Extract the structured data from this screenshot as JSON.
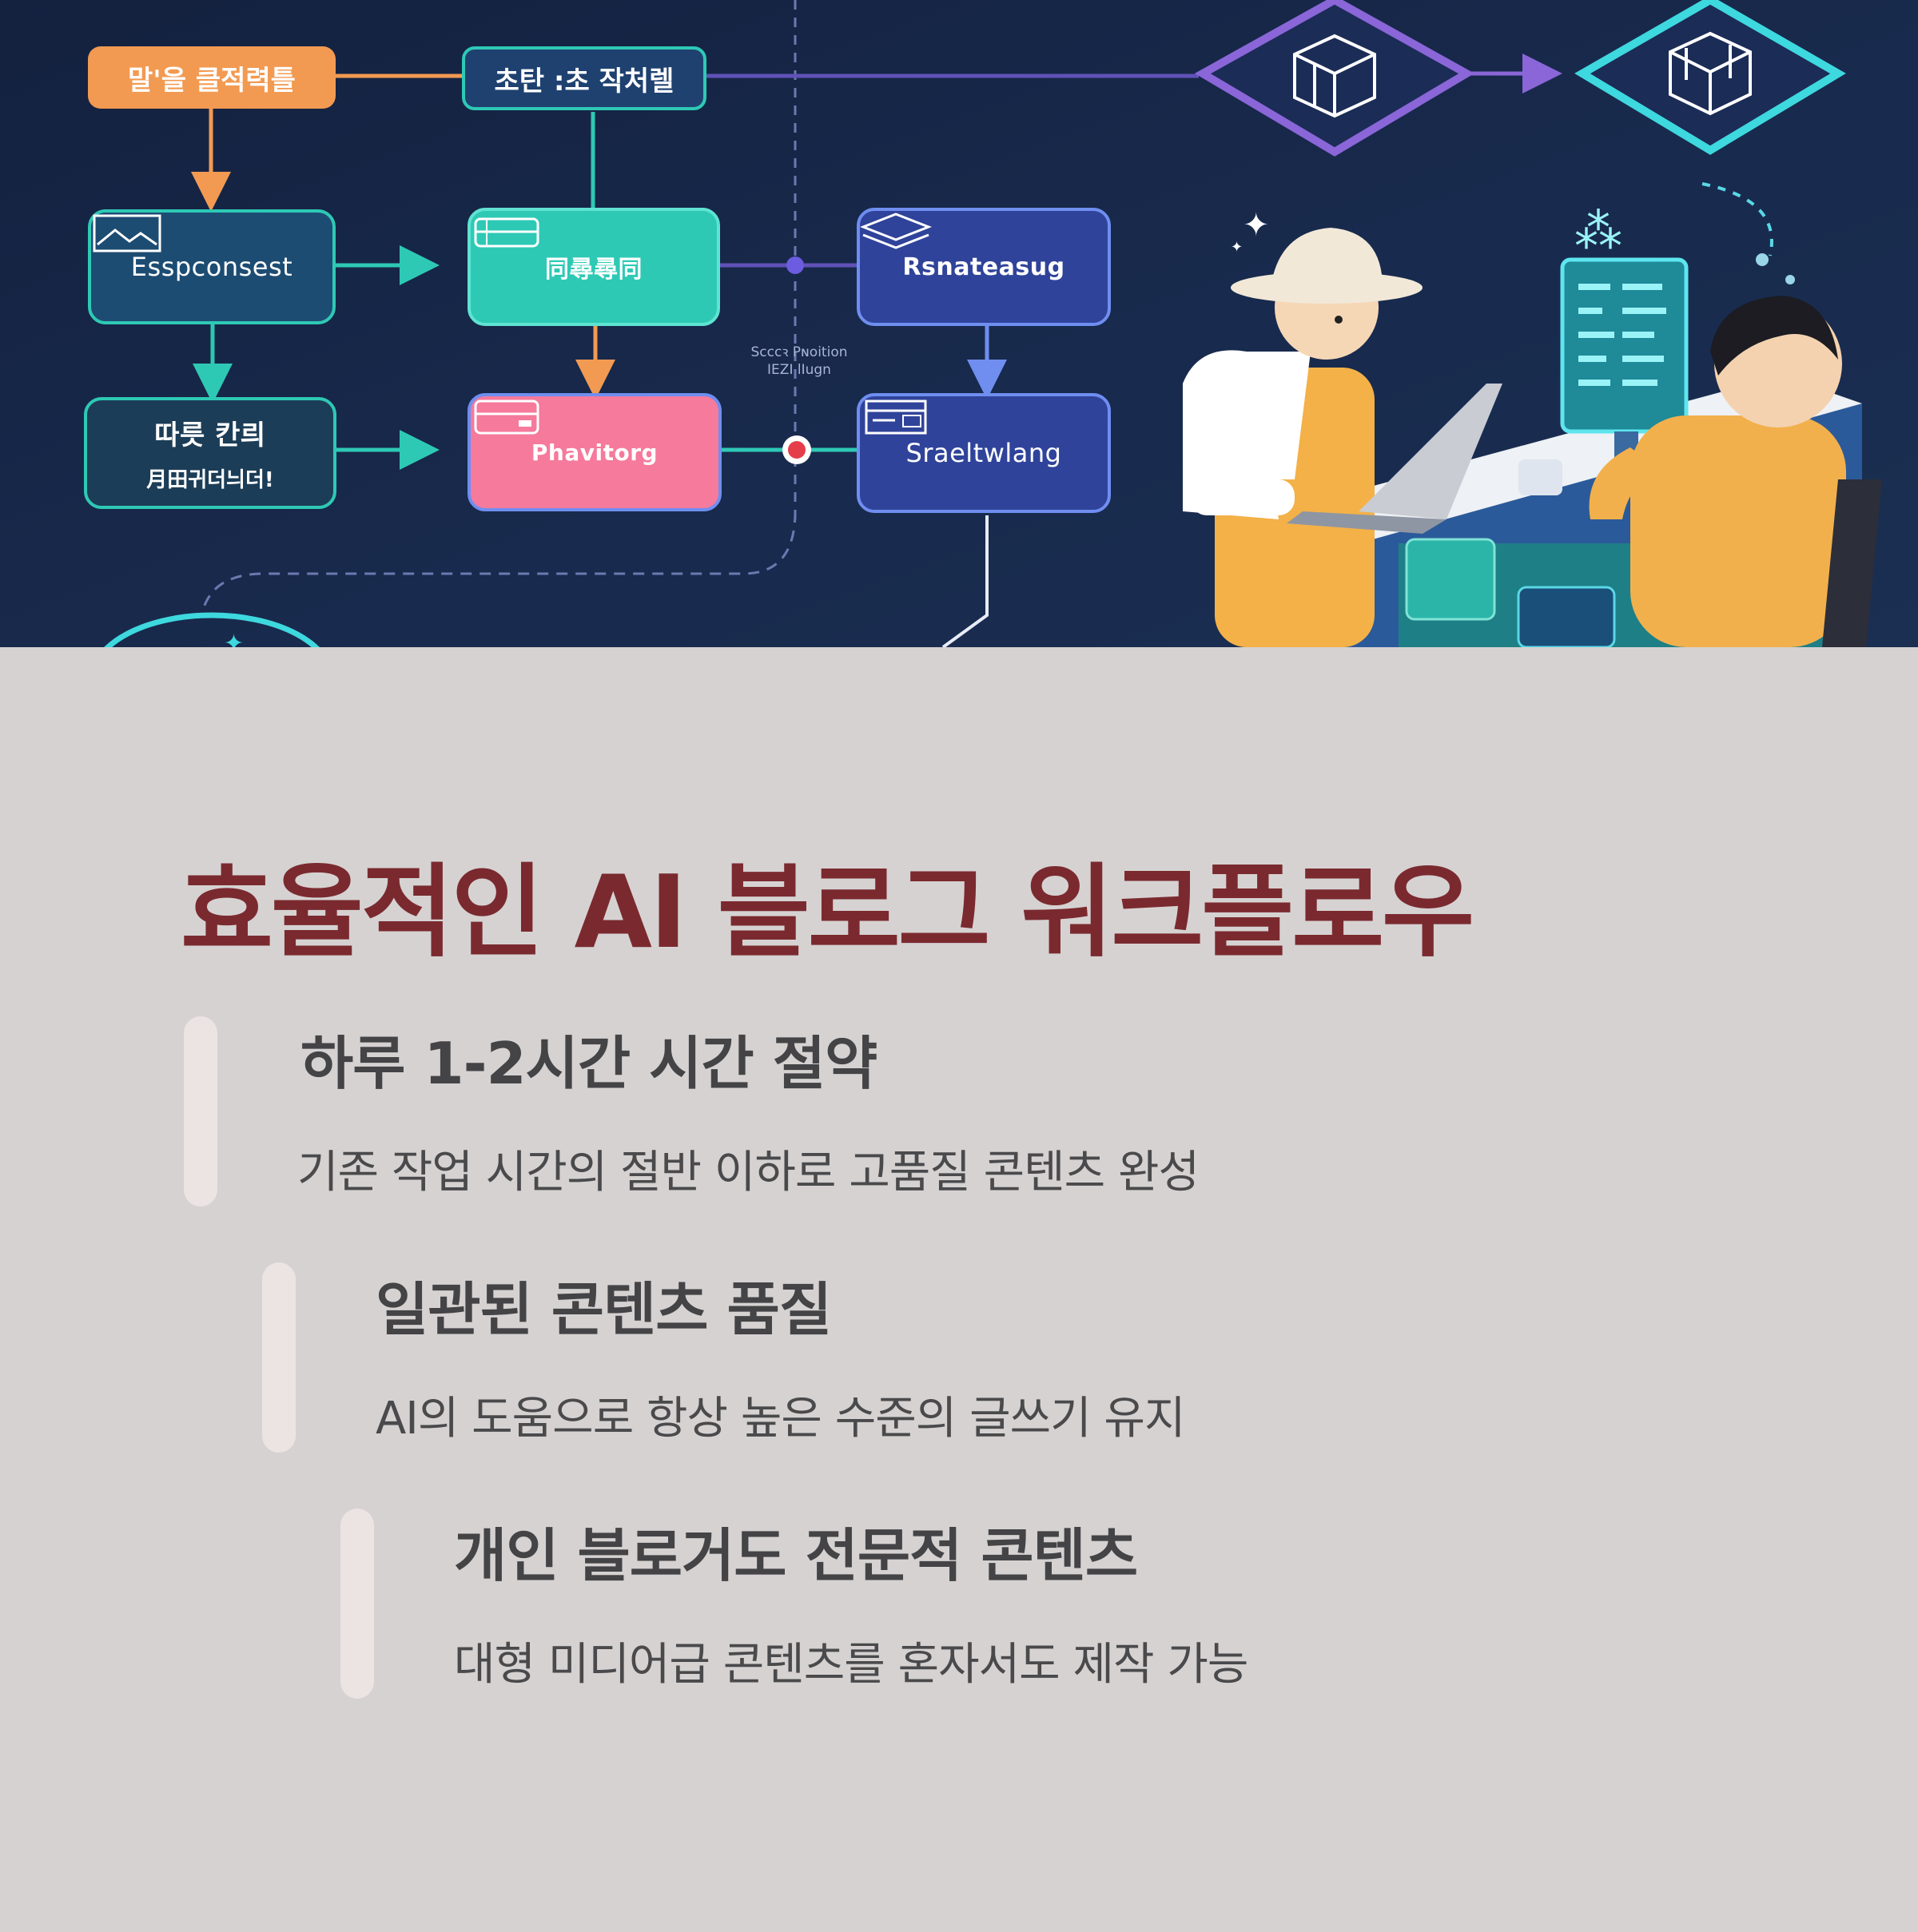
{
  "hero": {
    "top_left_label": "말'을 클적력틀",
    "top_center_label": "초탄 :초 작처렐",
    "nodes": [
      {
        "label": "Esspconsest",
        "icon": "image-icon"
      },
      {
        "label": "同尋尋同",
        "icon": "server-icon"
      },
      {
        "label": "Rsnateasug",
        "icon": "layers-icon"
      },
      {
        "label": "따릇 칸릐",
        "sublabel": "月田귀더늬더!",
        "icon": "none"
      },
      {
        "label": "Phavitorg",
        "icon": "card-icon"
      },
      {
        "label": "Sraeltwlang",
        "icon": "form-icon"
      }
    ],
    "flow_caption_line1": "Scccꝛ Pɴoition",
    "flow_caption_line2": "IEZI lIugn",
    "colors": {
      "orange": "#f29a52",
      "teal": "#2ec9b5",
      "navy_box": "#1d4c73",
      "indigo_box": "#30439a",
      "pink": "#f57a9b",
      "purple": "#8a66d8",
      "cyan": "#3ed8df"
    }
  },
  "content": {
    "title": "효율적인 AI 블로그 워크플로우",
    "benefits": [
      {
        "title": "하루 1-2시간 시간 절약",
        "description": "기존 작업 시간의 절반 이하로 고품질 콘텐츠 완성"
      },
      {
        "title": "일관된 콘텐츠 품질",
        "description": "AI의 도움으로 항상 높은 수준의 글쓰기 유지"
      },
      {
        "title": "개인 블로거도 전문적 콘텐츠",
        "description": "대형 미디어급 콘텐츠를 혼자서도 제작 가능"
      }
    ],
    "colors": {
      "background": "#d6d2d2",
      "title": "#7a2a2f",
      "accent_bar": "#ece4e3",
      "text": "#444446"
    }
  }
}
